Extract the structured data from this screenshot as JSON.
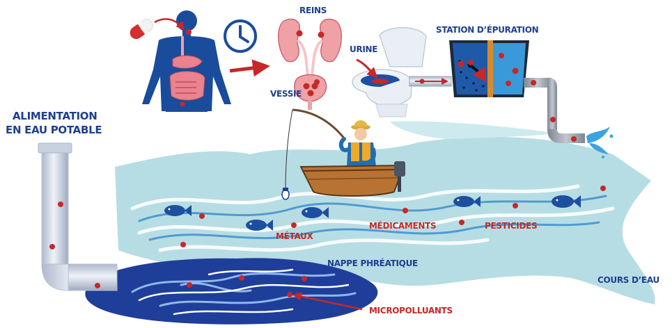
{
  "labels": {
    "reins": "REINS",
    "vessie": "VESSIE",
    "urine": "URINE",
    "station": "STATION D’ÉPURATION",
    "alimentation_line1": "ALIMENTATION",
    "alimentation_line2": "EN EAU POTABLE",
    "metaux": "MÉTAUX",
    "medicaments": "MÉDICAMENTS",
    "pesticides": "PESTICIDES",
    "nappe": "NAPPE PHRÉATIQUE",
    "cours": "COURS D’EAU",
    "micropolluants": "MICROPOLLUANTS"
  },
  "icons": [
    "pill-icon",
    "human-body-icon",
    "clock-icon",
    "kidneys-icon",
    "bladder-icon",
    "toilet-icon",
    "treatment-tank-icon",
    "pipe-icon",
    "fisherman-icon",
    "boat-icon",
    "fish-icon",
    "water-splash-icon"
  ],
  "colors": {
    "accent_red": "#c62828",
    "label_blue": "#1d3f8f",
    "body_blue": "#1a4c9c",
    "river_light": "#b6dde4",
    "groundwater": "#1f3e9a",
    "pollutant_dot": "#c62828"
  }
}
